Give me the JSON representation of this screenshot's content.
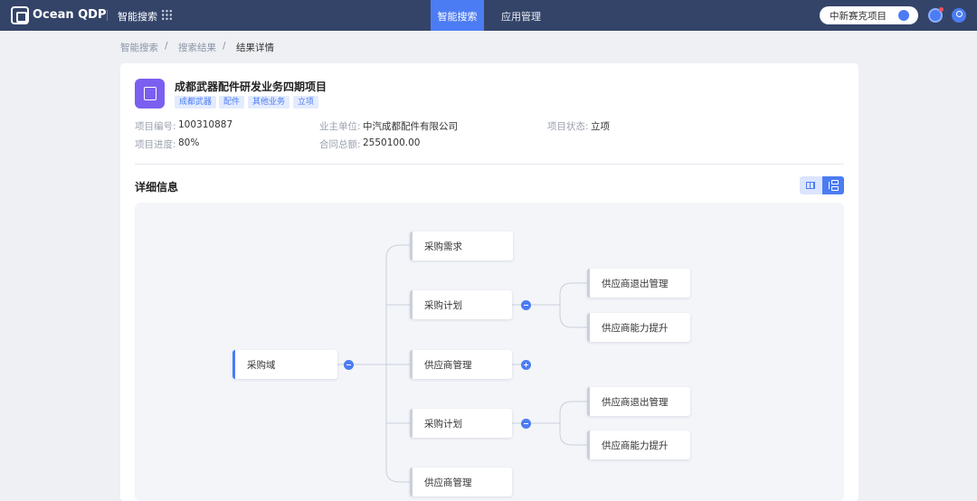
{
  "header": {
    "brand": "Ocean QDP",
    "nav_search": "智能搜索",
    "tabs": [
      {
        "label": "智能搜索",
        "active": true
      },
      {
        "label": "应用管理",
        "active": false
      }
    ],
    "search_value": "中新赛克项目",
    "accent": "#4c7cf3",
    "bar_color": "#344469"
  },
  "breadcrumb": {
    "items": [
      "智能搜索",
      "搜索结果",
      "结果详情"
    ],
    "separator": "/"
  },
  "project": {
    "title": "成都武器配件研发业务四期项目",
    "tags": [
      "成都武器",
      "配件",
      "其他业务",
      "立项"
    ],
    "fields": [
      {
        "label": "项目编号:",
        "value": "100310887"
      },
      {
        "label": "业主单位:",
        "value": "中汽成都配件有限公司"
      },
      {
        "label": "项目状态:",
        "value": "立项"
      },
      {
        "label": "项目进度:",
        "value": "80%"
      },
      {
        "label": "合同总额:",
        "value": "2550100.00"
      }
    ]
  },
  "details": {
    "title": "详细信息",
    "view_modes": [
      "table-view-icon",
      "tree-view-icon"
    ],
    "active_view": "tree",
    "tree": {
      "root": "采购域",
      "level1": [
        "采购需求",
        "采购计划",
        "供应商管理",
        "采购计划",
        "供应商管理"
      ],
      "level2_a": [
        "供应商退出管理",
        "供应商能力提升"
      ],
      "level2_b": [
        "供应商退出管理",
        "供应商能力提升"
      ]
    }
  }
}
